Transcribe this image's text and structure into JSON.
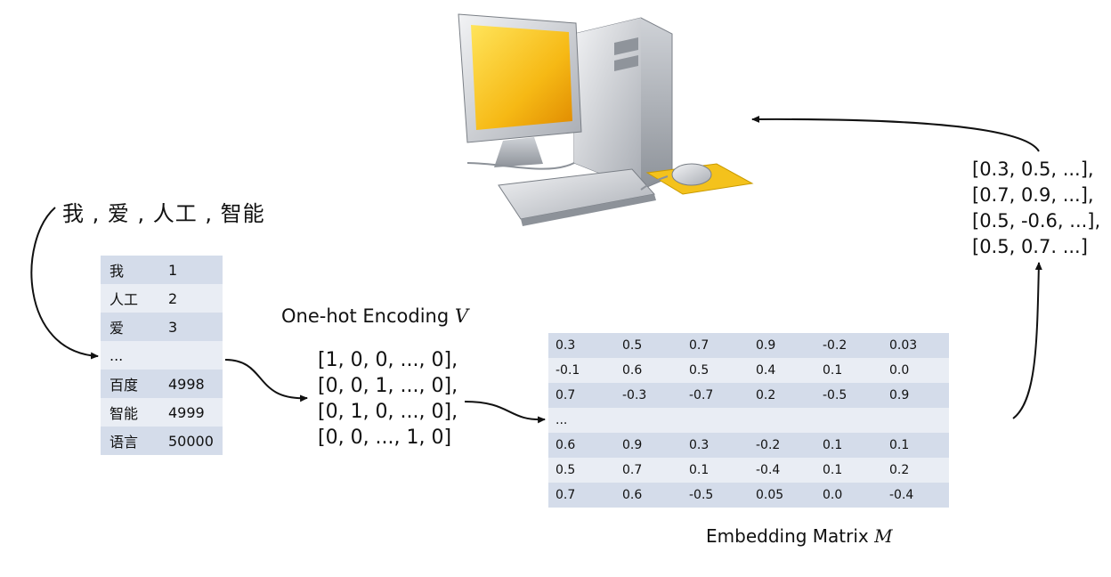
{
  "tokens": "我 , 爱 , 人工 , 智能",
  "vocab": [
    {
      "word": "我",
      "index": "1"
    },
    {
      "word": "人工",
      "index": "2"
    },
    {
      "word": "爱",
      "index": "3"
    },
    {
      "word": "...",
      "index": ""
    },
    {
      "word": "百度",
      "index": "4998"
    },
    {
      "word": "智能",
      "index": "4999"
    },
    {
      "word": "语言",
      "index": "50000"
    }
  ],
  "onehot": {
    "title": "One-hot Encoding",
    "symbol": "V",
    "rows": [
      "[1, 0, 0, ..., 0],",
      "[0, 0, 1, ..., 0],",
      "[0, 1, 0, ..., 0],",
      "[0, 0, ..., 1, 0]"
    ]
  },
  "embedding": {
    "title": "Embedding Matrix",
    "symbol": "M",
    "rows": [
      [
        "0.3",
        "0.5",
        "0.7",
        "0.9",
        "-0.2",
        "0.03"
      ],
      [
        "-0.1",
        "0.6",
        "0.5",
        "0.4",
        "0.1",
        "0.0"
      ],
      [
        "0.7",
        "-0.3",
        "-0.7",
        "0.2",
        "-0.5",
        "0.9"
      ],
      [
        "...",
        "",
        "",
        "",
        "",
        ""
      ],
      [
        "0.6",
        "0.9",
        "0.3",
        "-0.2",
        "0.1",
        "0.1"
      ],
      [
        "0.5",
        "0.7",
        "0.1",
        "-0.4",
        "0.1",
        "0.2"
      ],
      [
        "0.7",
        "0.6",
        "-0.5",
        "0.05",
        "0.0",
        "-0.4"
      ]
    ]
  },
  "output": [
    "[0.3, 0.5, ...],",
    "[0.7, 0.9, ...],",
    "[0.5, -0.6, ...],",
    "[0.5, 0.7. ...]"
  ],
  "computer_icon": "desktop-computer-icon"
}
